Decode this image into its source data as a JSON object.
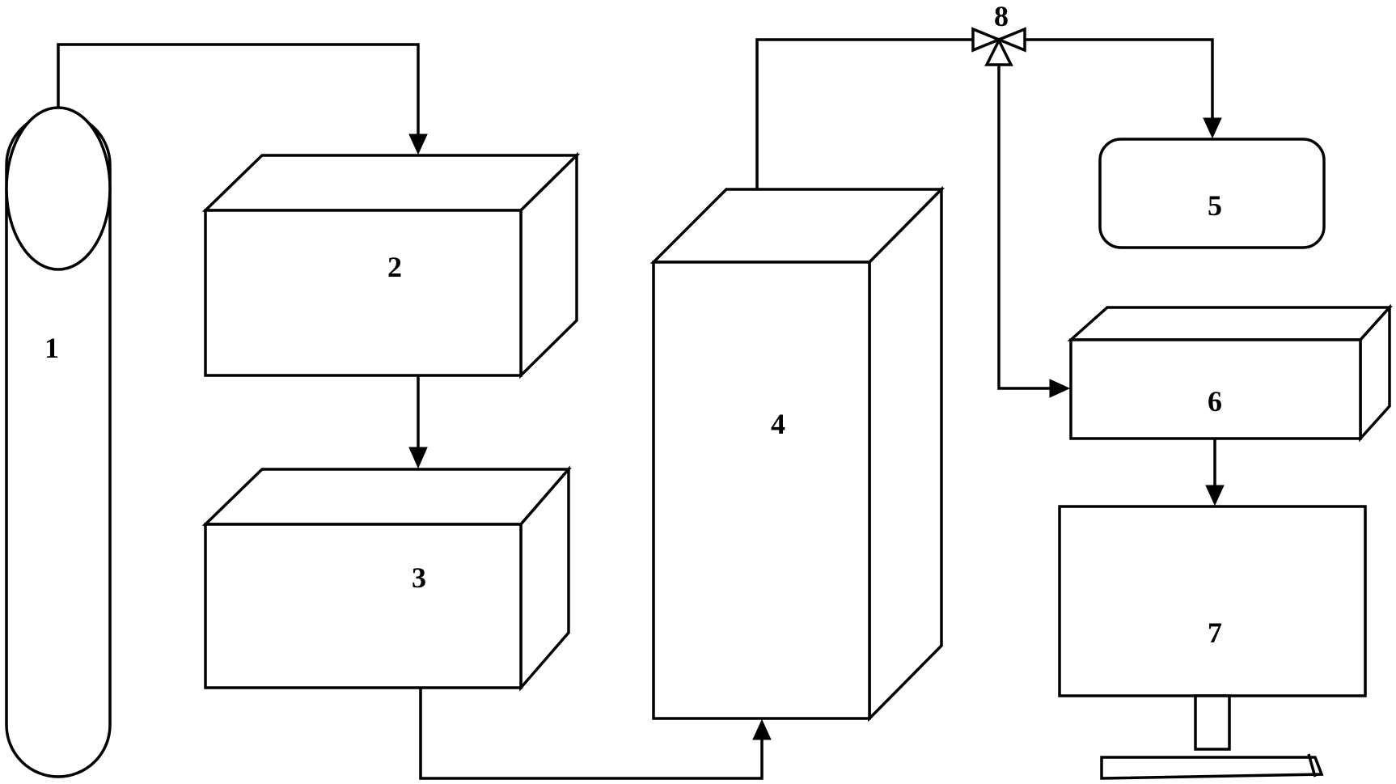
{
  "components": [
    {
      "id": "1",
      "label": "1"
    },
    {
      "id": "2",
      "label": "2"
    },
    {
      "id": "3",
      "label": "3"
    },
    {
      "id": "4",
      "label": "4"
    },
    {
      "id": "5",
      "label": "5"
    },
    {
      "id": "6",
      "label": "6"
    },
    {
      "id": "7",
      "label": "7"
    },
    {
      "id": "8",
      "label": "8"
    }
  ],
  "connections": [
    {
      "from": "1",
      "to": "2"
    },
    {
      "from": "2",
      "to": "3"
    },
    {
      "from": "3",
      "to": "4"
    },
    {
      "from": "4",
      "to": "8"
    },
    {
      "from": "8",
      "to": "5"
    },
    {
      "from": "8",
      "to": "6"
    },
    {
      "from": "6",
      "to": "7"
    }
  ],
  "colors": {
    "stroke": "#000000",
    "background": "#ffffff"
  }
}
